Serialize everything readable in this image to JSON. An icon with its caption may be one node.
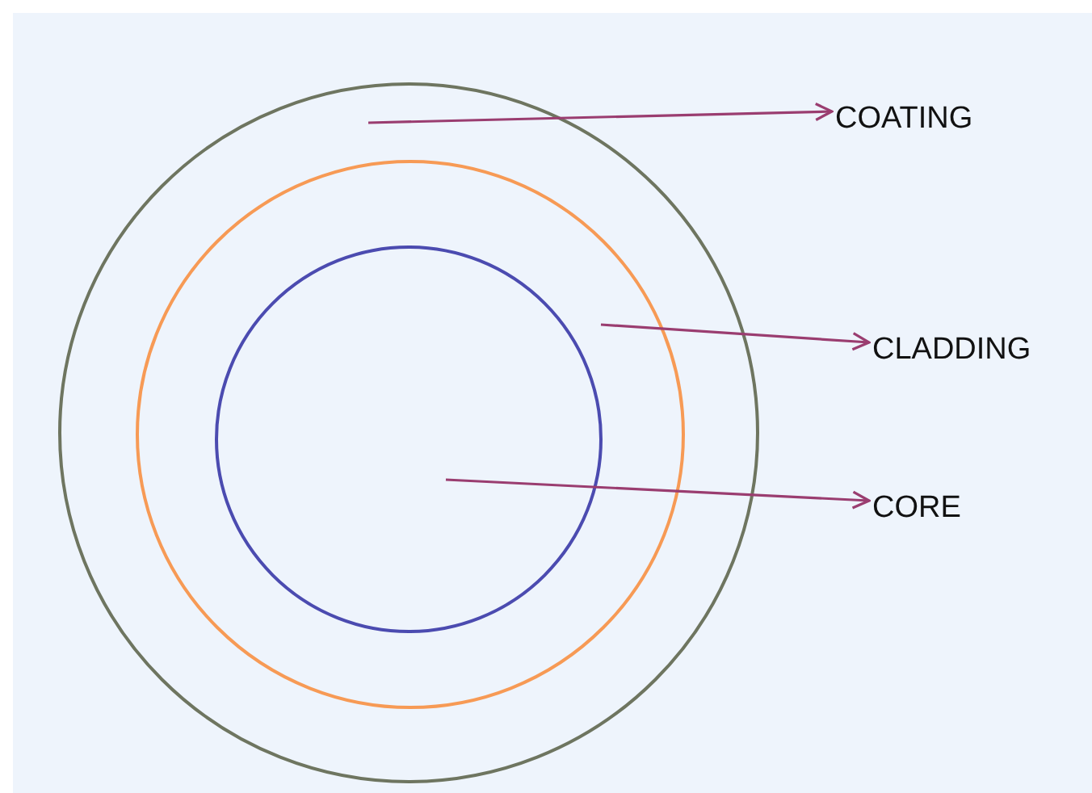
{
  "diagram": {
    "nodes": [
      {
        "text": [],
        "shape": "circle"
      },
      {
        "text": [],
        "shape": "circle",
        "in": 0
      },
      {
        "text": [],
        "shape": "circle",
        "in": 1
      },
      {
        "text": [
          "COATING"
        ]
      },
      {
        "text": [
          "CLADDING"
        ]
      },
      {
        "text": [
          "CORE"
        ]
      }
    ],
    "edges": [
      {
        "from": 0,
        "to": 3,
        "arrow": "to"
      },
      {
        "from": 1,
        "to": 4,
        "arrow": "to"
      },
      {
        "from": 2,
        "to": 5,
        "arrow": "to"
      }
    ]
  }
}
